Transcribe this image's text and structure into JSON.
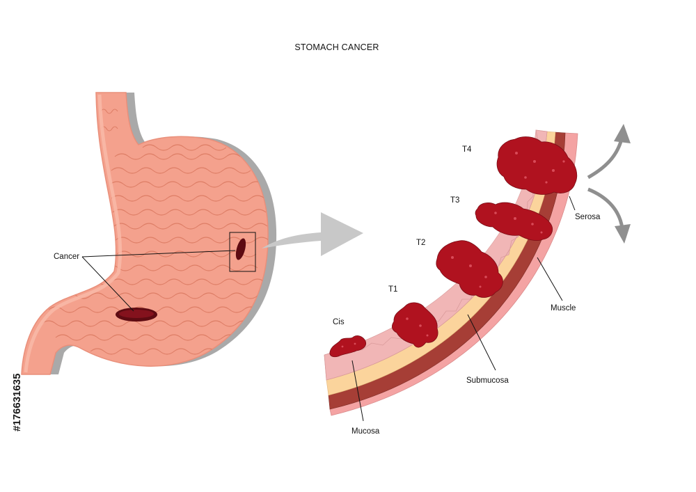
{
  "title": "STOMACH CANCER",
  "labels": {
    "cancer": "Cancer",
    "t4": "T4",
    "t3": "T3",
    "t2": "T2",
    "t1": "T1",
    "cis": "Cis",
    "serosa": "Serosa",
    "muscle": "Muscle",
    "submucosa": "Submucosa",
    "mucosa": "Mucosa"
  },
  "stock_id": "#176631635",
  "colors": {
    "stomach_wall": "#f4a18d",
    "stomach_rim": "#f8b8a6",
    "stomach_shadow": "#a9a9a9",
    "fold_lines": "#d9775f",
    "tumor": "#b0121f",
    "tumor_dark": "#5e0b12",
    "mucosa": "#f1b6b6",
    "submucosa": "#fbd49c",
    "muscle": "#a63e36",
    "serosa": "#f4a3a3",
    "arrow": "#c8c8c8",
    "spread_arrow": "#8f8f8f"
  }
}
